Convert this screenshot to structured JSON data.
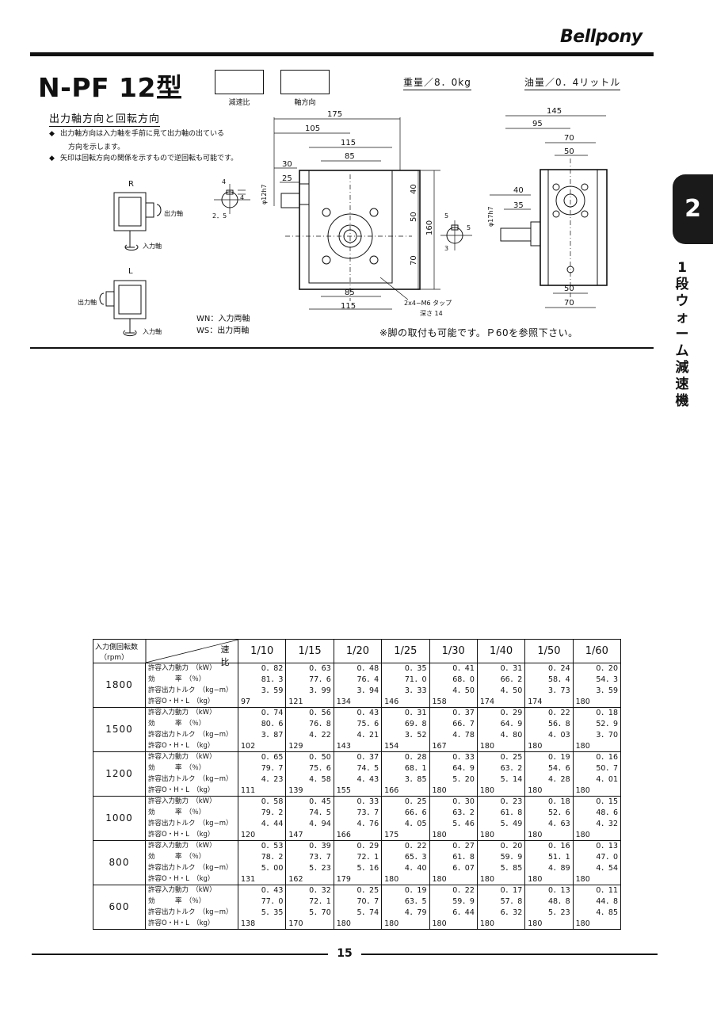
{
  "header": {
    "brand": "Bellpony",
    "model": "N-PF 12型",
    "code_boxes": [
      {
        "label": "減速比"
      },
      {
        "label": "軸方向"
      }
    ],
    "weight": "重量／8．0kg",
    "oil": "油量／0．4リットル"
  },
  "rotation": {
    "heading": "出力軸方向と回転方向",
    "notes": [
      {
        "bullet": "◆",
        "text": "出力軸方向は入力軸を手前に見て出力軸の出ている"
      },
      {
        "bullet": "◆",
        "text": "矢印は回転方向の関係を示すもので逆回転も可能です。"
      }
    ],
    "note_continuation": "方向を示します。",
    "r_label": "R",
    "l_label": "L",
    "output_shaft": "出力軸",
    "input_shaft": "入力軸",
    "wn": "WN：入力両軸",
    "ws": "WS：出力両軸"
  },
  "side": {
    "chapter": "2",
    "title": "1段ウォーム減速機"
  },
  "drawing": {
    "dims_front": [
      "175",
      "105",
      "115",
      "85",
      "30",
      "25",
      "40",
      "50",
      "70",
      "160",
      "85",
      "115"
    ],
    "shaft_key": [
      "4",
      "4",
      "2．5",
      "φ12h7"
    ],
    "tap": "2x4−M6 タップ",
    "tap_depth": "深さ 14",
    "dims_side": [
      "145",
      "95",
      "70",
      "50",
      "40",
      "35",
      "50",
      "70",
      "φ17h7"
    ],
    "key2": [
      "5",
      "5",
      "3"
    ],
    "footnote": "※脚の取付も可能です。Ｐ60を参照下さい。"
  },
  "table": {
    "corner_top": "入力側回転数",
    "corner_bottom": "（rpm）",
    "corner_ratio": "速　比",
    "ratios": [
      "1/10",
      "1/15",
      "1/20",
      "1/25",
      "1/30",
      "1/40",
      "1/50",
      "1/60"
    ],
    "items": [
      "許容入力動力　（kW）",
      "効　　　率　（％）",
      "許容出力トルク　（kg−m）",
      "許容O・H・L　（kg）"
    ],
    "groups": [
      {
        "rpm": "1800",
        "rows": [
          [
            "0．82",
            "0．63",
            "0．48",
            "0．35",
            "0．41",
            "0．31",
            "0．24",
            "0．20"
          ],
          [
            "81．3",
            "77．6",
            "76．4",
            "71．0",
            "68．0",
            "66．2",
            "58．4",
            "54．3"
          ],
          [
            "3．59",
            "3．99",
            "3．94",
            "3．33",
            "4．50",
            "4．50",
            "3．73",
            "3．59"
          ],
          [
            "97",
            "121",
            "134",
            "146",
            "158",
            "174",
            "174",
            "180"
          ]
        ]
      },
      {
        "rpm": "1500",
        "rows": [
          [
            "0．74",
            "0．56",
            "0．43",
            "0．31",
            "0．37",
            "0．29",
            "0．22",
            "0．18"
          ],
          [
            "80．6",
            "76．8",
            "75．6",
            "69．8",
            "66．7",
            "64．9",
            "56．8",
            "52．9"
          ],
          [
            "3．87",
            "4．22",
            "4．21",
            "3．52",
            "4．78",
            "4．80",
            "4．03",
            "3．70"
          ],
          [
            "102",
            "129",
            "143",
            "154",
            "167",
            "180",
            "180",
            "180"
          ]
        ]
      },
      {
        "rpm": "1200",
        "rows": [
          [
            "0．65",
            "0．50",
            "0．37",
            "0．28",
            "0．33",
            "0．25",
            "0．19",
            "0．16"
          ],
          [
            "79．7",
            "75．6",
            "74．5",
            "68．1",
            "64．9",
            "63．2",
            "54．6",
            "50．7"
          ],
          [
            "4．23",
            "4．58",
            "4．43",
            "3．85",
            "5．20",
            "5．14",
            "4．28",
            "4．01"
          ],
          [
            "111",
            "139",
            "155",
            "166",
            "180",
            "180",
            "180",
            "180"
          ]
        ]
      },
      {
        "rpm": "1000",
        "rows": [
          [
            "0．58",
            "0．45",
            "0．33",
            "0．25",
            "0．30",
            "0．23",
            "0．18",
            "0．15"
          ],
          [
            "79．2",
            "74．5",
            "73．7",
            "66．6",
            "63．2",
            "61．8",
            "52．6",
            "48．6"
          ],
          [
            "4．44",
            "4．94",
            "4．76",
            "4．05",
            "5．46",
            "5．49",
            "4．63",
            "4．32"
          ],
          [
            "120",
            "147",
            "166",
            "175",
            "180",
            "180",
            "180",
            "180"
          ]
        ]
      },
      {
        "rpm": "800",
        "rows": [
          [
            "0．53",
            "0．39",
            "0．29",
            "0．22",
            "0．27",
            "0．20",
            "0．16",
            "0．13"
          ],
          [
            "78．2",
            "73．7",
            "72．1",
            "65．3",
            "61．8",
            "59．9",
            "51．1",
            "47．0"
          ],
          [
            "5．00",
            "5．23",
            "5．16",
            "4．40",
            "6．07",
            "5．85",
            "4．89",
            "4．54"
          ],
          [
            "131",
            "162",
            "179",
            "180",
            "180",
            "180",
            "180",
            "180"
          ]
        ]
      },
      {
        "rpm": "600",
        "rows": [
          [
            "0．43",
            "0．32",
            "0．25",
            "0．19",
            "0．22",
            "0．17",
            "0．13",
            "0．11"
          ],
          [
            "77．0",
            "72．1",
            "70．7",
            "63．5",
            "59．9",
            "57．8",
            "48．8",
            "44．8"
          ],
          [
            "5．35",
            "5．70",
            "5．74",
            "4．79",
            "6．44",
            "6．32",
            "5．23",
            "4．85"
          ],
          [
            "138",
            "170",
            "180",
            "180",
            "180",
            "180",
            "180",
            "180"
          ]
        ]
      }
    ]
  },
  "footer": {
    "page": "15"
  }
}
